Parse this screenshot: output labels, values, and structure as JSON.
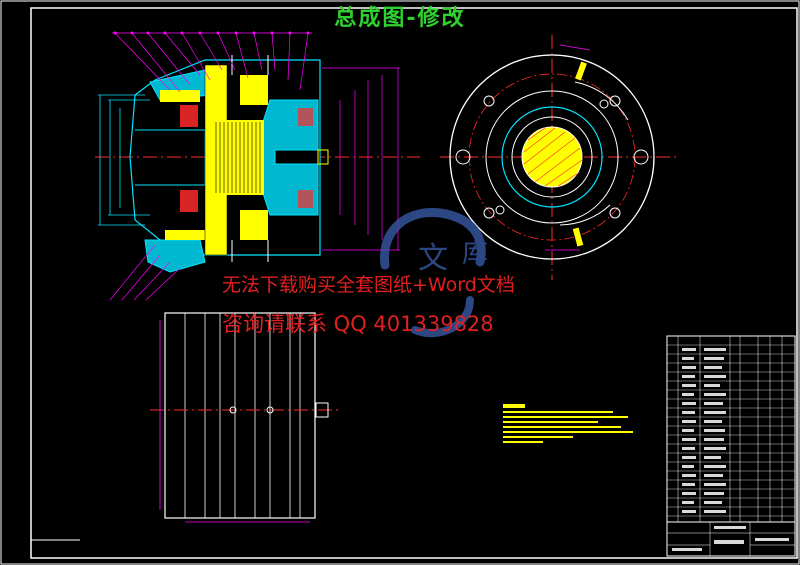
{
  "drawing": {
    "title": "总成图-修改"
  },
  "watermark": {
    "line1": "无法下载购买全套图纸+Word文档",
    "line2": "咨询请联系  QQ 401339828"
  },
  "colors": {
    "background": "#000000",
    "frame": "#ffffff",
    "outline": "#00e5ff",
    "part_fill": "#ffff00",
    "dimension": "#ff00ff",
    "hatch": "#ff2a2a",
    "title_text": "#2fd12f",
    "watermark": "#e02020",
    "logo": "#3a5fb0"
  },
  "icons": {
    "logo": "wenku-logo-icon"
  }
}
